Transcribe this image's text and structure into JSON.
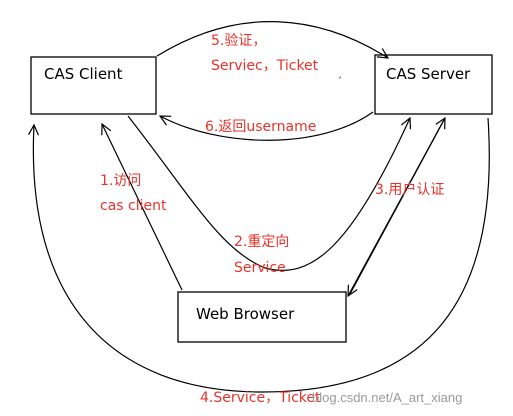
{
  "nodes": {
    "cas_client": "CAS Client",
    "cas_server": "CAS Server",
    "web_browser": "Web Browser"
  },
  "steps": {
    "step1_line1": "1.访问",
    "step1_line2": "cas client",
    "step2_line1": "2.重定向",
    "step2_line2": "Service",
    "step3": "3.用户认证",
    "step4": "4.Service，Ticket",
    "step5_line1": "5.验证，",
    "step5_line2": "Serviec，Ticket",
    "step6": "6.返回username"
  },
  "watermark": "blog.csdn.net/A_art_xiang",
  "colors": {
    "label_red": "#e8322b",
    "line": "#000000"
  }
}
